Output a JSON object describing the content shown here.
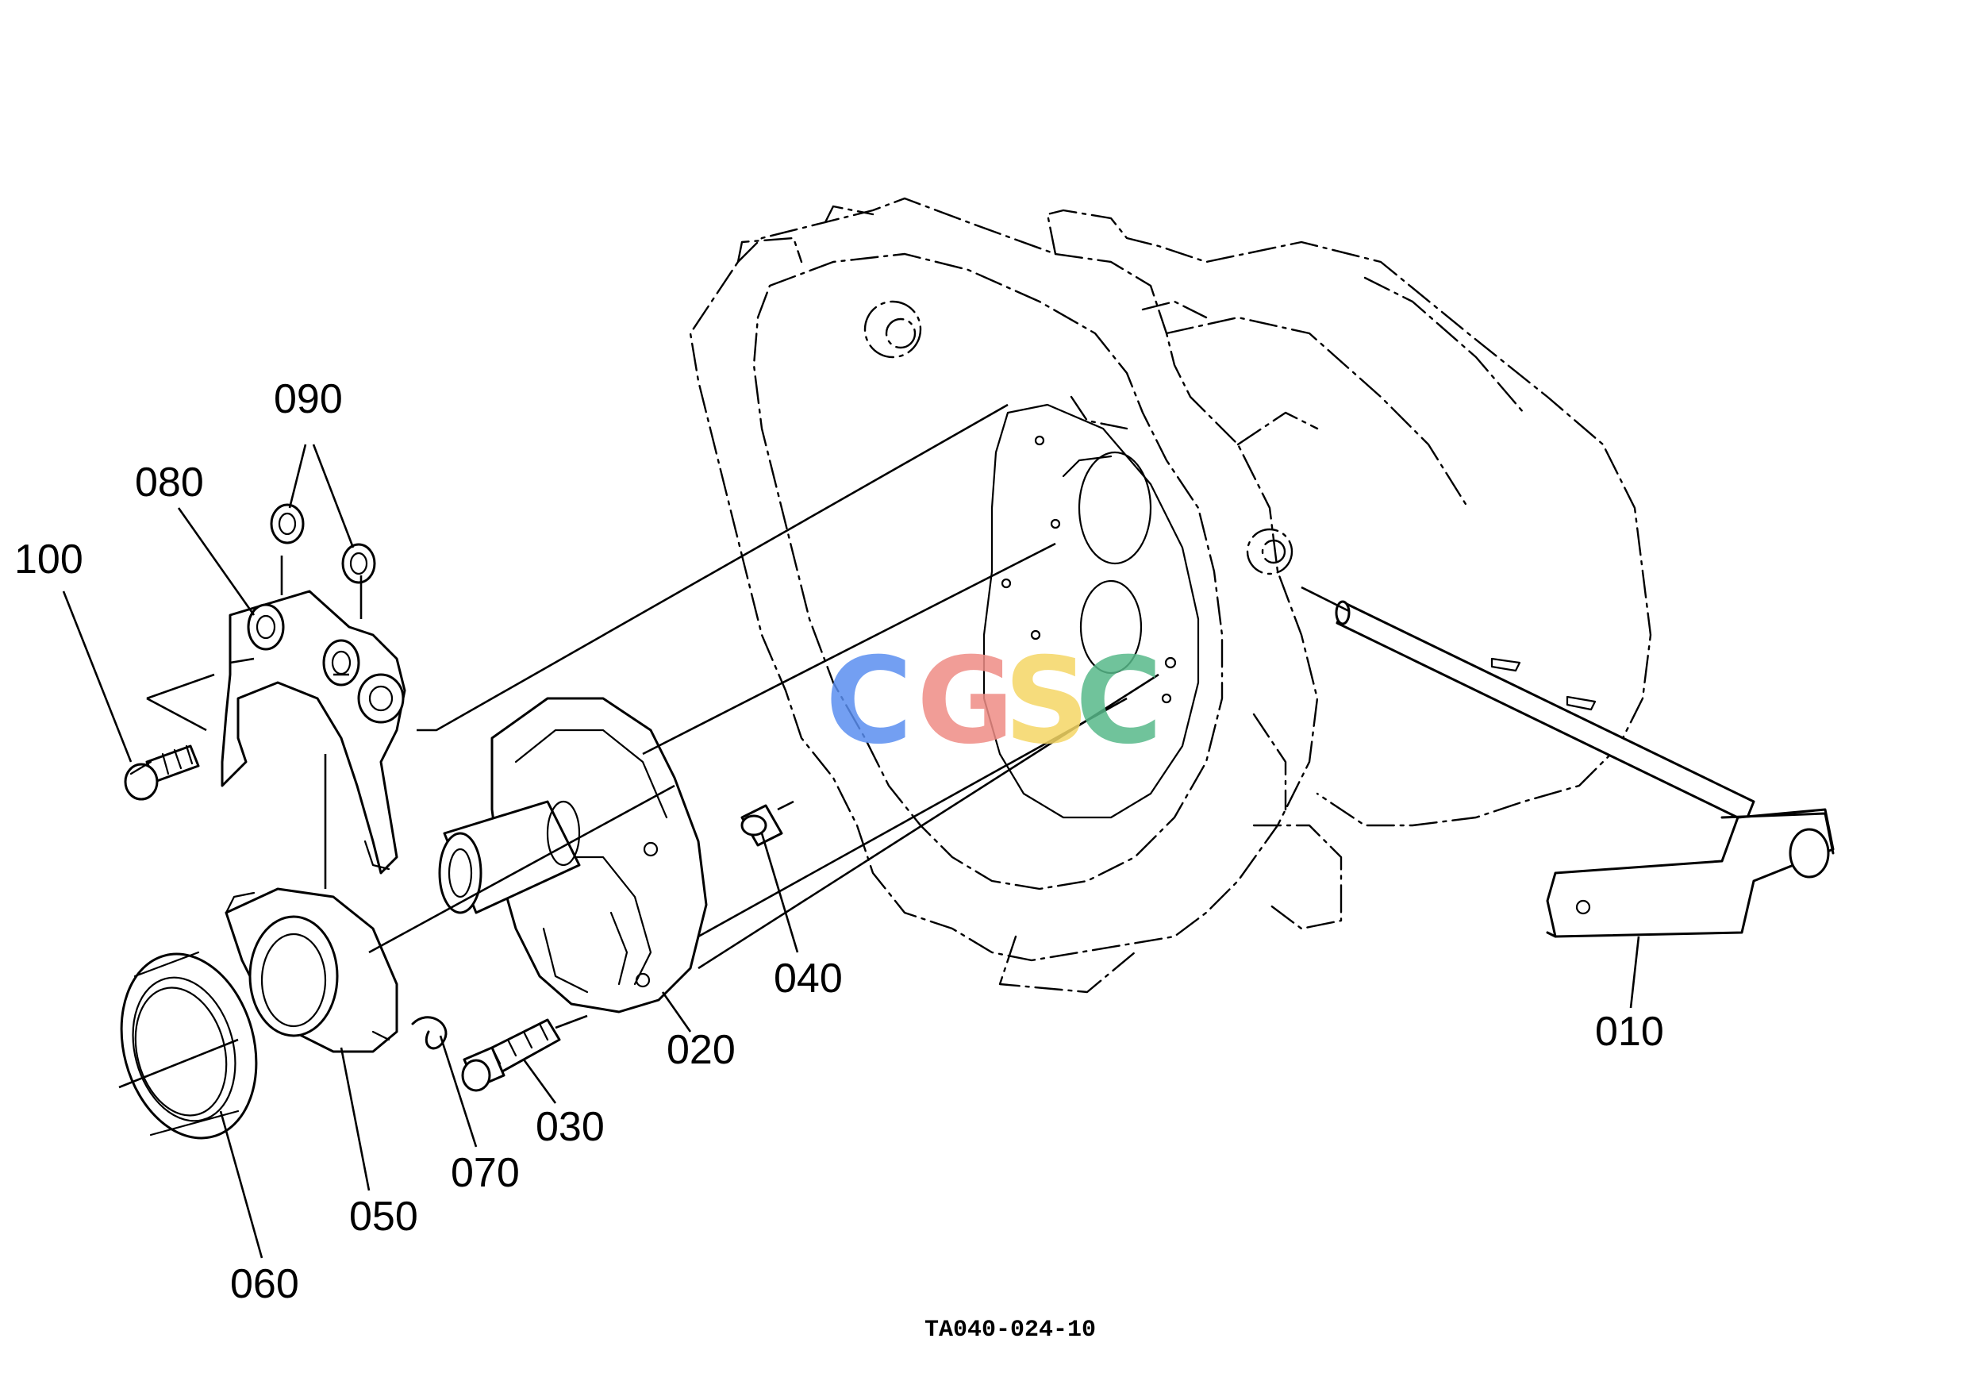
{
  "diagram": {
    "drawing_code": "TA040-024-10",
    "watermark": {
      "letters": [
        {
          "char": "C",
          "color": "#5b8ff0"
        },
        {
          "char": "G",
          "color": "#ef8d86"
        },
        {
          "char": "S",
          "color": "#f5d766"
        },
        {
          "char": "C",
          "color": "#58b98a"
        }
      ]
    },
    "callouts": {
      "c010": "010",
      "c020": "020",
      "c030": "030",
      "c040": "040",
      "c050": "050",
      "c060": "060",
      "c070": "070",
      "c080": "080",
      "c090": "090",
      "c100": "100"
    }
  }
}
